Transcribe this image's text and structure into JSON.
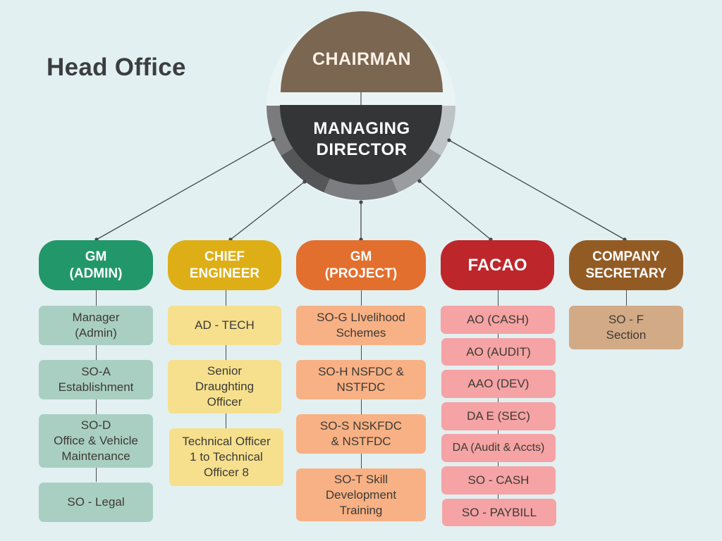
{
  "title": "Head Office",
  "chairman": {
    "label": "CHAIRMAN",
    "color": "#7a6651"
  },
  "managing_director": {
    "label": "MANAGING\nDIRECTOR",
    "color": "#343537"
  },
  "ring_colors": [
    "#7b7b7d",
    "#555658",
    "#7c7d80",
    "#9a9d9f",
    "#bec4c6"
  ],
  "departments": [
    {
      "key": "gm-admin",
      "label": "GM\n(ADMIN)",
      "color": "#22976a",
      "sub_color": "#a9cfc2",
      "units": [
        "Manager\n(Admin)",
        "SO-A\nEstablishment",
        "SO-D\nOffice & Vehicle\nMaintenance",
        "SO - Legal"
      ]
    },
    {
      "key": "chief-engineer",
      "label": "CHIEF\nENGINEER",
      "color": "#deae16",
      "sub_color": "#f6e08e",
      "units": [
        "AD - TECH",
        "Senior\nDraughting\nOfficer",
        "Technical Officer\n1 to Technical\nOfficer 8"
      ]
    },
    {
      "key": "gm-project",
      "label": "GM\n(PROJECT)",
      "color": "#e26f2e",
      "sub_color": "#f8b184",
      "units": [
        "SO-G LIvelihood\nSchemes",
        "SO-H NSFDC &\nNSTFDC",
        "SO-S NSKFDC\n& NSTFDC",
        "SO-T Skill\nDevelopment\nTraining"
      ]
    },
    {
      "key": "facao",
      "label": "FACAO",
      "color": "#bd262b",
      "sub_color": "#f5a3a4",
      "units": [
        "AO (CASH)",
        "AO (AUDIT)",
        "AAO (DEV)",
        "DA E (SEC)",
        "DA (Audit & Accts)",
        "SO - CASH",
        "SO - PAYBILL"
      ]
    },
    {
      "key": "company-secretary",
      "label": "COMPANY\nSECRETARY",
      "color": "#935b24",
      "sub_color": "#d2aa86",
      "units": [
        "SO - F\nSection"
      ]
    }
  ]
}
